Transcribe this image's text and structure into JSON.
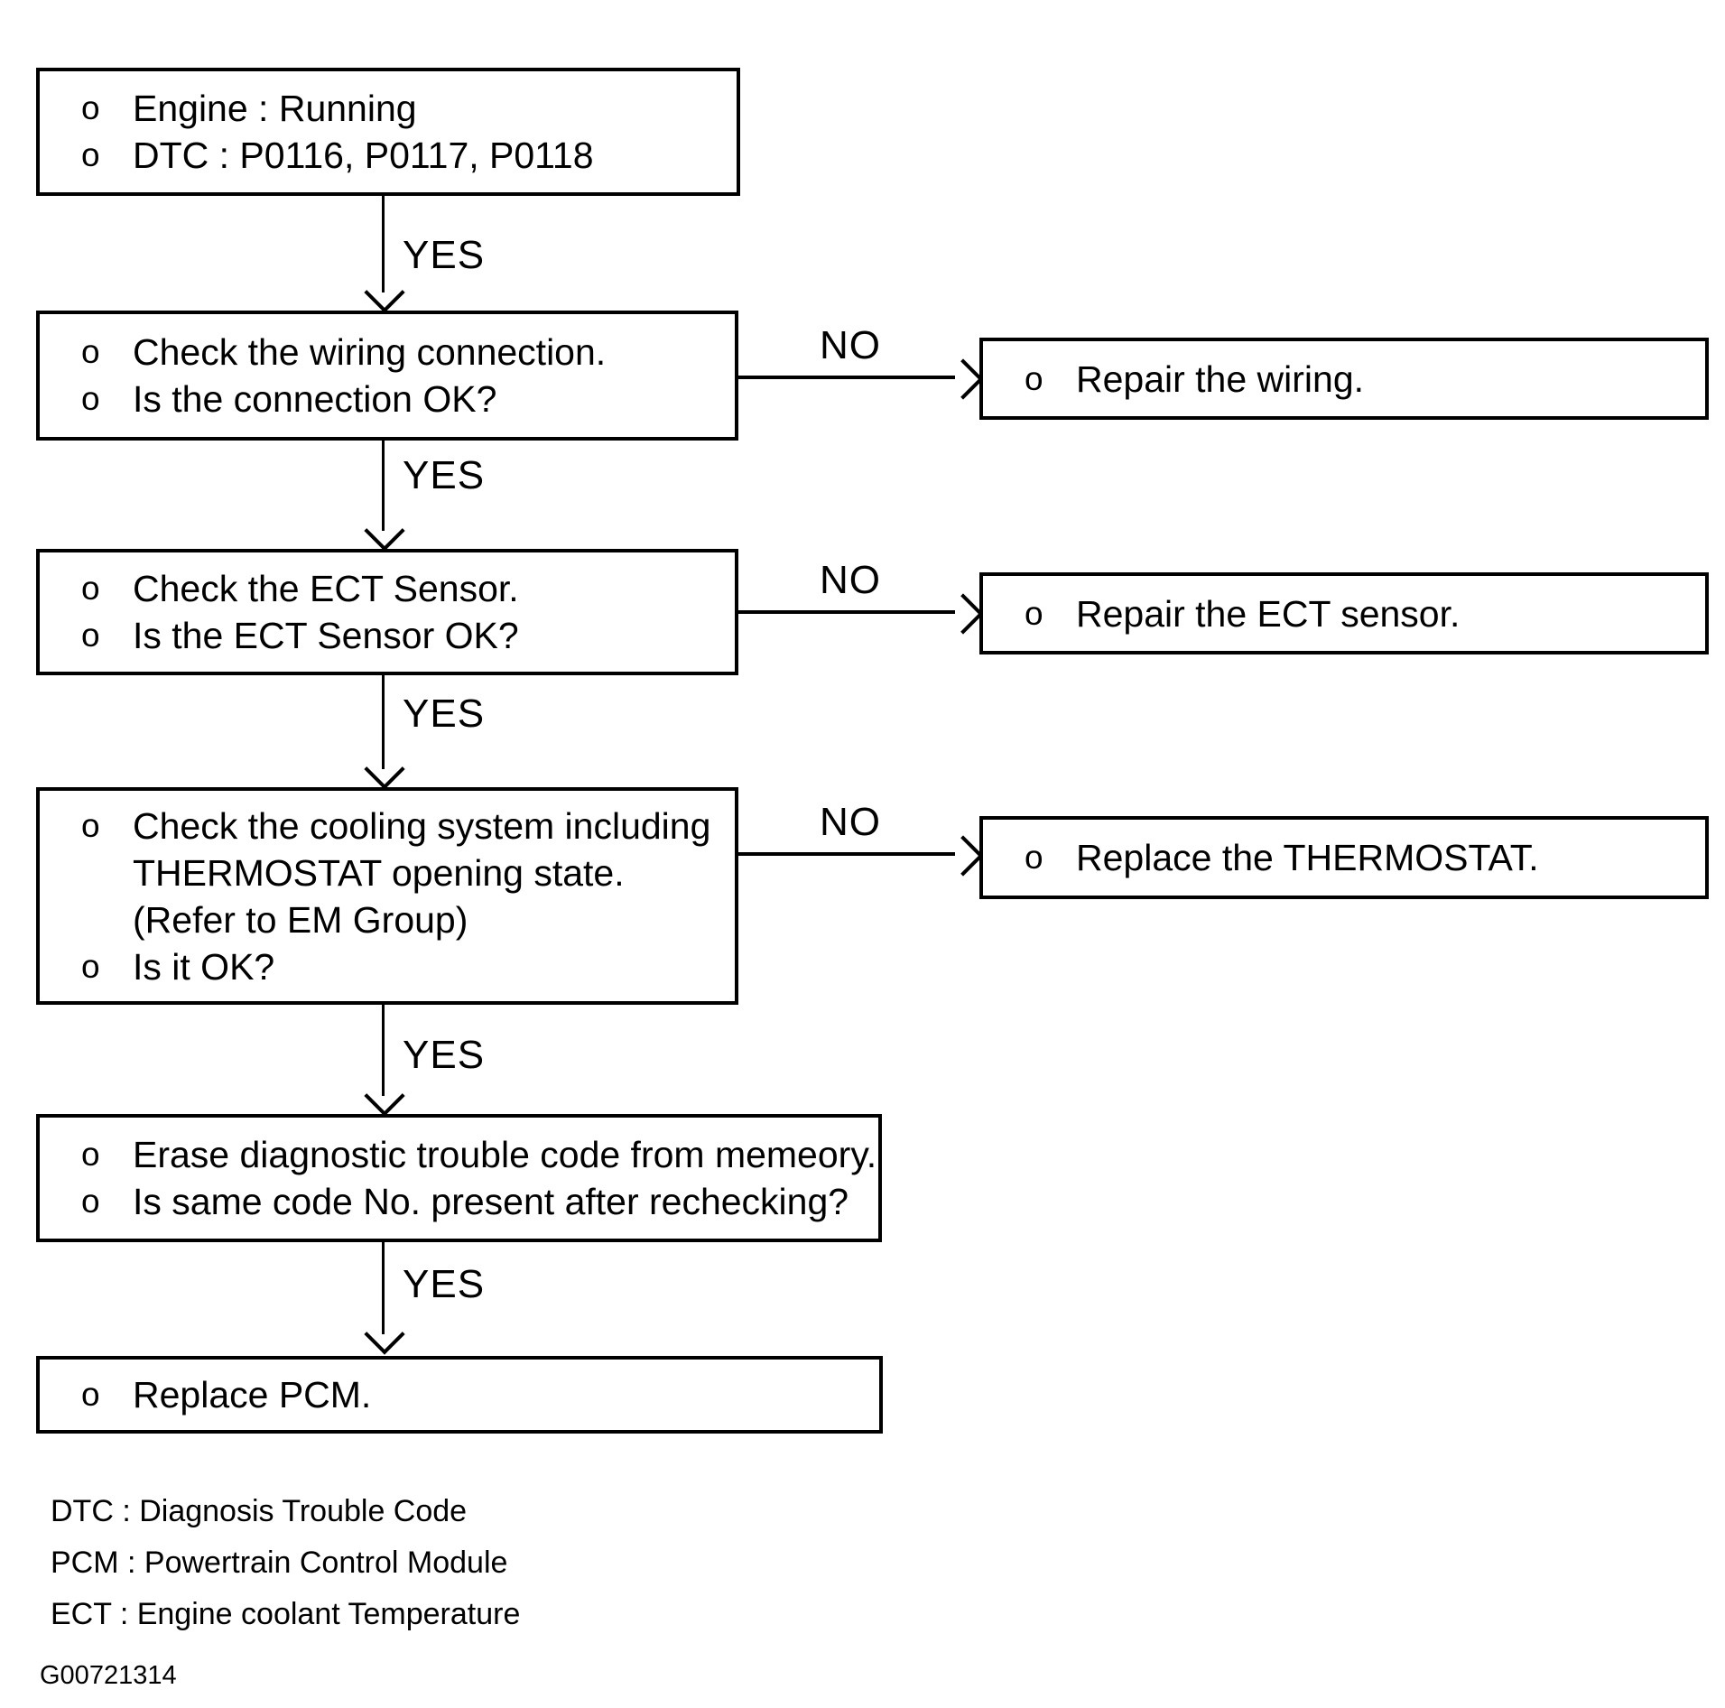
{
  "bullet": "o",
  "labels": {
    "yes": "YES",
    "no": "NO"
  },
  "nodes": {
    "start": {
      "items": [
        {
          "lines": [
            "Engine : Running"
          ]
        },
        {
          "lines": [
            "DTC : P0116, P0117, P0118"
          ]
        }
      ]
    },
    "check_wiring": {
      "items": [
        {
          "lines": [
            "Check the wiring connection."
          ]
        },
        {
          "lines": [
            "Is the connection OK?"
          ]
        }
      ]
    },
    "repair_wiring": {
      "items": [
        {
          "lines": [
            "Repair the wiring."
          ]
        }
      ]
    },
    "check_ect": {
      "items": [
        {
          "lines": [
            "Check the ECT Sensor."
          ]
        },
        {
          "lines": [
            "Is the ECT Sensor OK?"
          ]
        }
      ]
    },
    "repair_ect": {
      "items": [
        {
          "lines": [
            "Repair the ECT sensor."
          ]
        }
      ]
    },
    "check_cooling": {
      "items": [
        {
          "lines": [
            "Check the cooling system including",
            "THERMOSTAT opening state.",
            "(Refer to EM Group)"
          ]
        },
        {
          "lines": [
            "Is it OK?"
          ]
        }
      ]
    },
    "replace_thermostat": {
      "items": [
        {
          "lines": [
            "Replace the THERMOSTAT."
          ]
        }
      ]
    },
    "erase_dtc": {
      "items": [
        {
          "lines": [
            "Erase diagnostic trouble code from memeory."
          ]
        },
        {
          "lines": [
            "Is same code No. present after rechecking?"
          ]
        }
      ]
    },
    "replace_pcm": {
      "items": [
        {
          "lines": [
            "Replace PCM."
          ]
        }
      ]
    }
  },
  "legend": [
    "DTC : Diagnosis Trouble Code",
    "PCM : Powertrain Control Module",
    "ECT : Engine coolant Temperature"
  ],
  "figure_id": "G00721314"
}
